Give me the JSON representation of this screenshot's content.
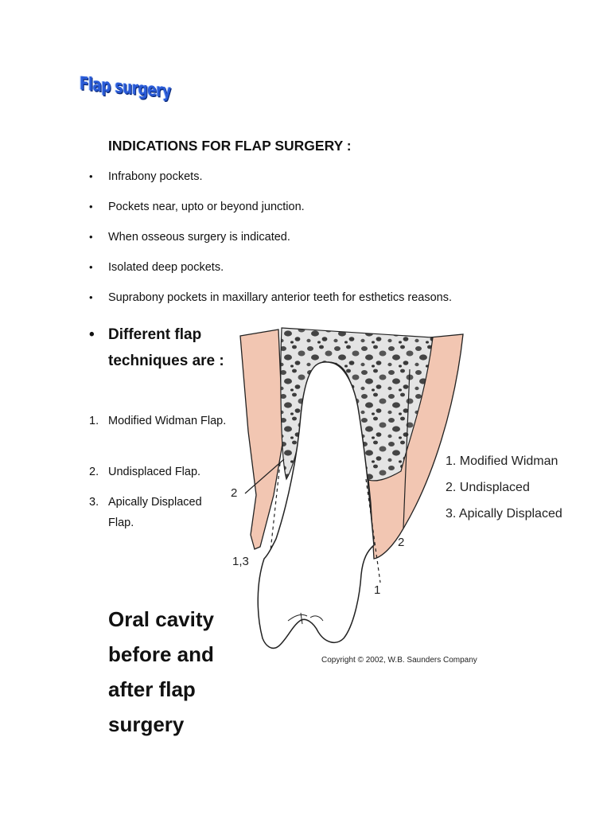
{
  "title": "Flap surgery",
  "heading": "INDICATIONS FOR FLAP SURGERY :",
  "indications": [
    "Infrabony pockets.",
    "Pockets near, upto or beyond junction.",
    "When osseous surgery is indicated.",
    "Isolated deep pockets.",
    "Suprabony pockets in maxillary anterior teeth for esthetics reasons."
  ],
  "bullet_symbol": "•",
  "techniques_heading": "Different flap techniques are :",
  "techniques": [
    {
      "num": "1.",
      "text": "Modified Widman Flap."
    },
    {
      "num": "2.",
      "text": "Undisplaced Flap."
    },
    {
      "num": "3.",
      "text": "Apically Displaced Flap."
    }
  ],
  "figure": {
    "legend": [
      "1. Modified Widman",
      "2. Undisplaced",
      "3. Apically Displaced"
    ],
    "line_labels": {
      "left_2": "2",
      "left_13": "1,3",
      "right_2": "2",
      "right_1": "1"
    },
    "copyright": "Copyright © 2002, W.B. Saunders Company",
    "colors": {
      "gingiva": "#f2c6b2",
      "bone": "#e4e4e4",
      "outline": "#222222",
      "tooth": "#ffffff"
    }
  },
  "caption": "Oral cavity before and after flap surgery"
}
